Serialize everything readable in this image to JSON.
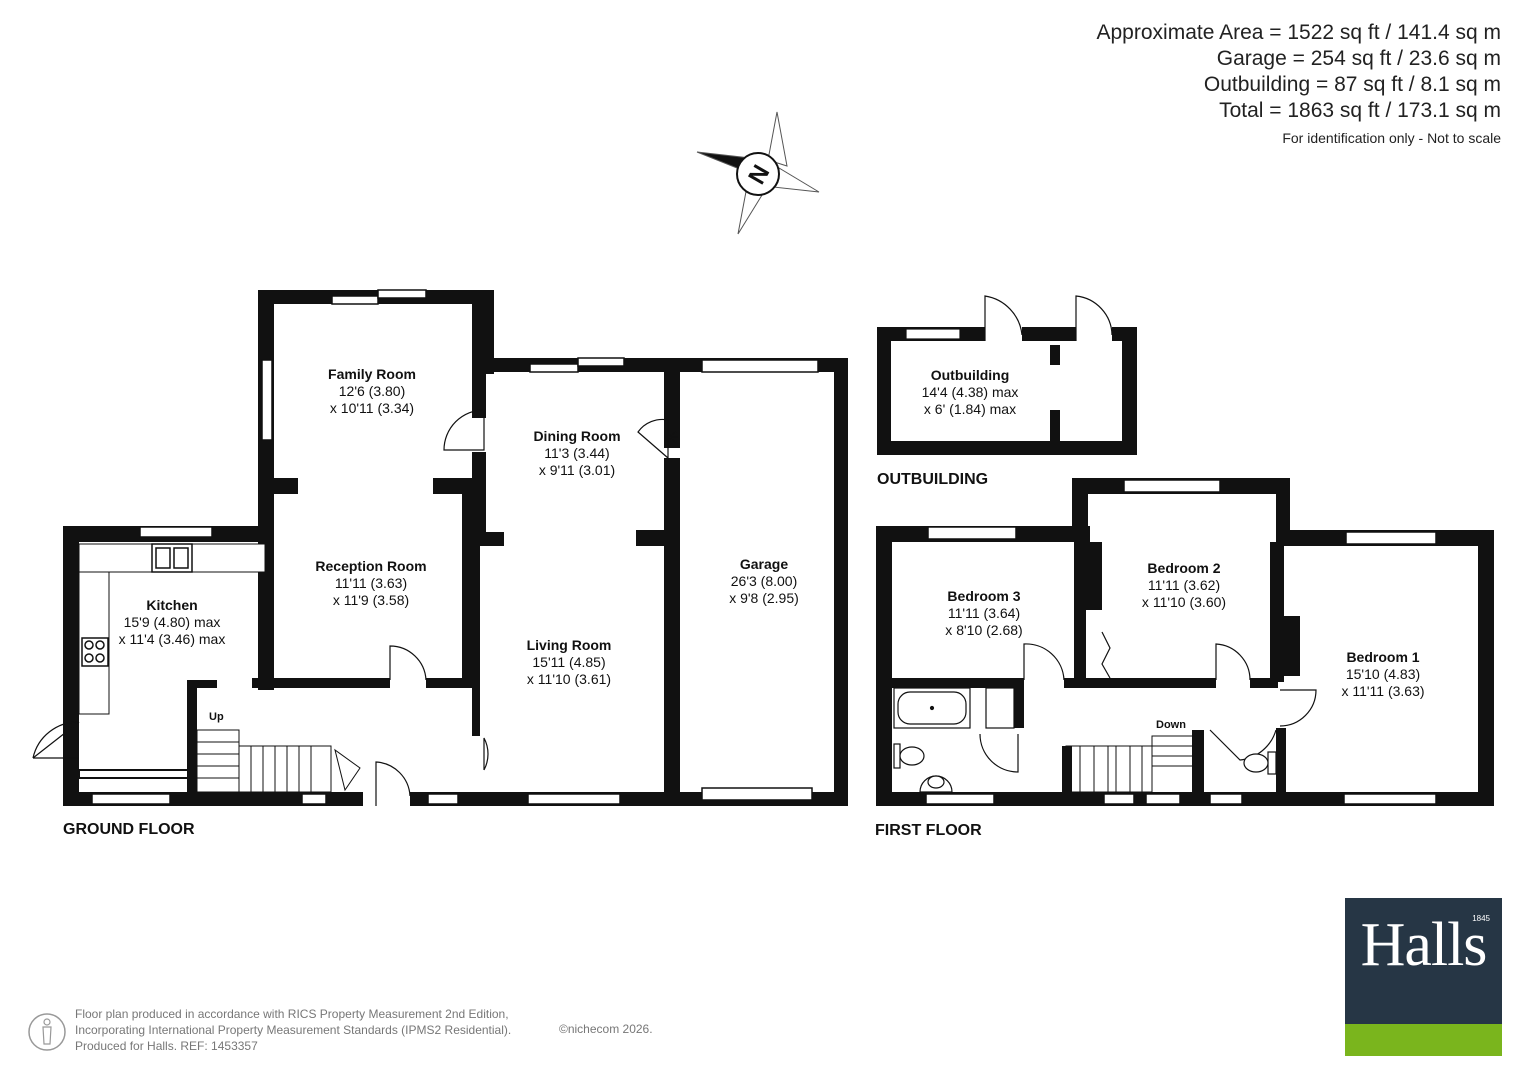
{
  "areas": {
    "approx": "Approximate Area = 1522 sq ft / 141.4 sq m",
    "garage": "Garage = 254 sq ft / 23.6 sq m",
    "outbuilding": "Outbuilding = 87 sq ft / 8.1 sq m",
    "total": "Total = 1863 sq ft / 173.1 sq m",
    "note": "For identification only - Not to scale"
  },
  "compass": {
    "letter": "N"
  },
  "rooms": {
    "family": {
      "name": "Family Room",
      "dim1": "12'6 (3.80)",
      "dim2": "x 10'11 (3.34)"
    },
    "dining": {
      "name": "Dining Room",
      "dim1": "11'3 (3.44)",
      "dim2": "x 9'11 (3.01)"
    },
    "garage": {
      "name": "Garage",
      "dim1": "26'3 (8.00)",
      "dim2": "x 9'8 (2.95)"
    },
    "reception": {
      "name": "Reception Room",
      "dim1": "11'11 (3.63)",
      "dim2": "x 11'9 (3.58)"
    },
    "kitchen": {
      "name": "Kitchen",
      "dim1": "15'9 (4.80) max",
      "dim2": "x 11'4 (3.46) max"
    },
    "living": {
      "name": "Living Room",
      "dim1": "15'11 (4.85)",
      "dim2": "x 11'10 (3.61)"
    },
    "outbuilding": {
      "name": "Outbuilding",
      "dim1": "14'4 (4.38) max",
      "dim2": "x 6' (1.84) max"
    },
    "bedroom3": {
      "name": "Bedroom 3",
      "dim1": "11'11 (3.64)",
      "dim2": "x 8'10 (2.68)"
    },
    "bedroom2": {
      "name": "Bedroom 2",
      "dim1": "11'11 (3.62)",
      "dim2": "x 11'10 (3.60)"
    },
    "bedroom1": {
      "name": "Bedroom 1",
      "dim1": "15'10 (4.83)",
      "dim2": "x 11'11 (3.63)"
    }
  },
  "stairs": {
    "up": "Up",
    "down": "Down"
  },
  "floors": {
    "ground": "GROUND FLOOR",
    "first": "FIRST FLOOR",
    "outbuilding": "OUTBUILDING"
  },
  "footer": {
    "line1": "Floor plan produced in accordance with RICS Property Measurement 2nd Edition,",
    "line2": "Incorporating International Property Measurement Standards (IPMS2 Residential).",
    "line3": "Produced for Halls.   REF: 1453357",
    "copyright": "©nichecom 2026."
  },
  "logo": {
    "text": "Halls",
    "year": "1845"
  },
  "colors": {
    "wall": "#111111",
    "logo_bg": "#263645",
    "logo_bar": "#7ab51d",
    "footer_text": "#777777"
  }
}
